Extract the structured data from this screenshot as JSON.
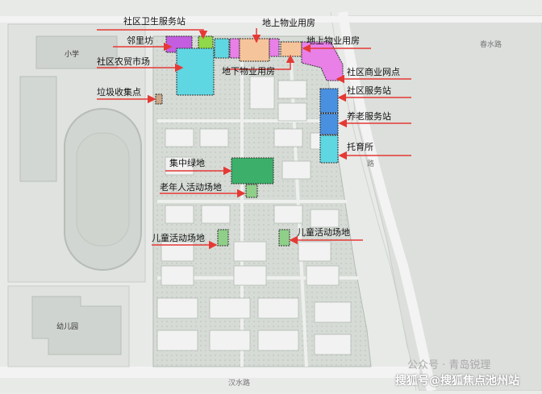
{
  "facility_labels": {
    "health_station": "社区卫生服务站",
    "neighborhood": "邻里坊",
    "farmers_market": "社区农贸市场",
    "garbage": "垃圾收集点",
    "above_ground_1": "地上物业用房",
    "above_ground_2": "地上物业用房",
    "underground": "地下物业用房",
    "commercial": "社区商业网点",
    "service_station": "社区服务站",
    "elderly_service": "养老服务站",
    "nursery": "托育所",
    "green_space": "集中绿地",
    "elderly_activity": "老年人活动场地",
    "child_activity_left": "儿童活动场地",
    "child_activity_right": "儿童活动场地"
  },
  "context_labels": {
    "school": "小学",
    "kindergarten": "幼儿园",
    "road_top": "春水路",
    "road_bottom": "汉水路",
    "road_right": "路"
  },
  "watermark": {
    "source": "公众号 · 青岛锐理",
    "credit": "搜狐号@搜狐焦点池州站"
  },
  "colors": {
    "purple": "#c35ee0",
    "magenta": "#e880e8",
    "lime": "#8fd94a",
    "cyan": "#5fd7e2",
    "blue": "#4a90e0",
    "peach": "#f6c49a",
    "green": "#3cb06a",
    "annotation_red": "#e53935"
  }
}
